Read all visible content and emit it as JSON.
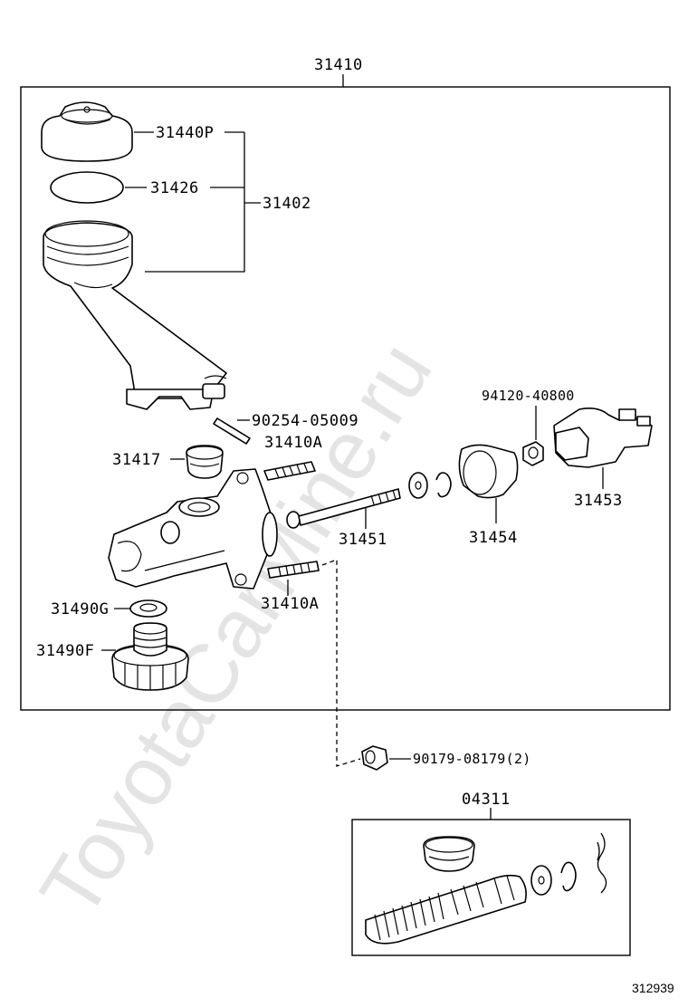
{
  "watermark": "ToyotaCarMine.ru",
  "diagram_id": "312939",
  "assembly": {
    "main": "31410",
    "kit": "04311"
  },
  "labels": {
    "cap": "31440P",
    "gasket": "31426",
    "reservoir": "31402",
    "pin": "90254-05009",
    "grommet": "31417",
    "stud_upper": "31410A",
    "push_rod": "31451",
    "boot": "31454",
    "nut_small": "94120-40800",
    "clevis": "31453",
    "washer": "31490G",
    "plug": "31490F",
    "stud_lower": "31410A",
    "nut_flange": "90179-08179(2)"
  }
}
